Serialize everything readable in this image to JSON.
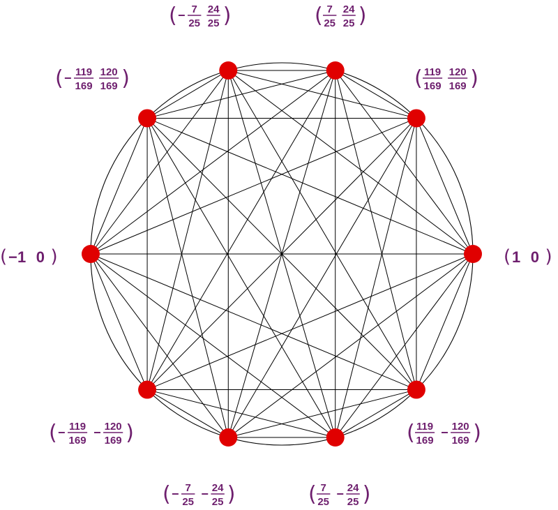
{
  "graph": {
    "vertex_color": "#e00000",
    "edge_color": "#000000",
    "label_color": "#6e1f6e",
    "vertices": [
      {
        "id": "v0",
        "x": {
          "sign": "",
          "num": "1",
          "den": ""
        },
        "y": {
          "sign": "",
          "num": "0",
          "den": ""
        }
      },
      {
        "id": "v1",
        "x": {
          "sign": "",
          "num": "119",
          "den": "169"
        },
        "y": {
          "sign": "",
          "num": "120",
          "den": "169"
        }
      },
      {
        "id": "v2",
        "x": {
          "sign": "",
          "num": "7",
          "den": "25"
        },
        "y": {
          "sign": "",
          "num": "24",
          "den": "25"
        }
      },
      {
        "id": "v3",
        "x": {
          "sign": "−",
          "num": "7",
          "den": "25"
        },
        "y": {
          "sign": "",
          "num": "24",
          "den": "25"
        }
      },
      {
        "id": "v4",
        "x": {
          "sign": "−",
          "num": "119",
          "den": "169"
        },
        "y": {
          "sign": "",
          "num": "120",
          "den": "169"
        }
      },
      {
        "id": "v5",
        "x": {
          "sign": "−",
          "num": "1",
          "den": ""
        },
        "y": {
          "sign": "",
          "num": "0",
          "den": ""
        }
      },
      {
        "id": "v6",
        "x": {
          "sign": "−",
          "num": "119",
          "den": "169"
        },
        "y": {
          "sign": "−",
          "num": "120",
          "den": "169"
        }
      },
      {
        "id": "v7",
        "x": {
          "sign": "−",
          "num": "7",
          "den": "25"
        },
        "y": {
          "sign": "−",
          "num": "24",
          "den": "25"
        }
      },
      {
        "id": "v8",
        "x": {
          "sign": "",
          "num": "7",
          "den": "25"
        },
        "y": {
          "sign": "−",
          "num": "24",
          "den": "25"
        }
      },
      {
        "id": "v9",
        "x": {
          "sign": "",
          "num": "119",
          "den": "169"
        },
        "y": {
          "sign": "−",
          "num": "120",
          "den": "169"
        }
      }
    ]
  }
}
